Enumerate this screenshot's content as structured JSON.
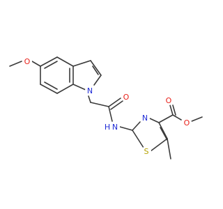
{
  "molecule": {
    "colors": {
      "bond": "#3a3a3a",
      "oxygen": "#e8221b",
      "nitrogen": "#1f2bd6",
      "sulfur": "#b5a200"
    },
    "atoms": {
      "o_methoxy": "O",
      "n_indole": "N",
      "o_amide": "O",
      "n_amide": "N",
      "h_amide": "H",
      "n_thiazole": "N",
      "s_thiazole": "S",
      "o_ester_carbonyl": "O",
      "o_ester": "O"
    }
  }
}
